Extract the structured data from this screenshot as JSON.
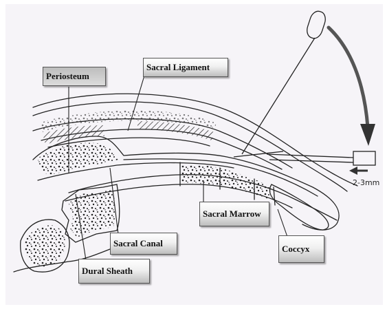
{
  "labels": {
    "periosteum": "Periosteum",
    "sacral_ligament": "Sacral Ligament",
    "sacral_marrow": "Sacral Marrow",
    "sacral_canal": "Sacral Canal",
    "coccyx": "Coccyx",
    "dural_sheath": "Dural Sheath"
  },
  "annotation": {
    "depth": "2-3mm"
  },
  "colors": {
    "paper": "#f6f4f8",
    "ink": "#222222",
    "label_gradient_dark": "#bdbdbd"
  }
}
